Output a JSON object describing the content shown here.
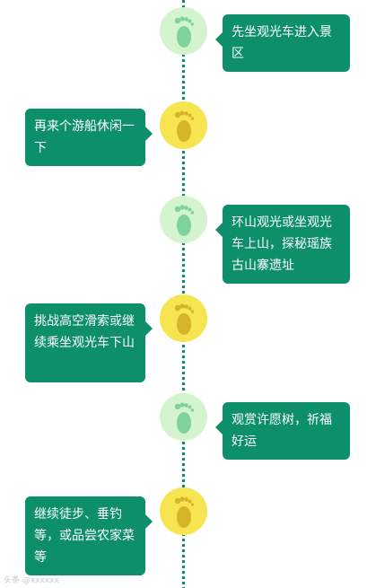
{
  "colors": {
    "bubble": "#0e8f6c",
    "line": "#0e8a66",
    "circle_green": "#d4f4cf",
    "foot_green": "#7fd39a",
    "circle_yellow": "#f7e451",
    "foot_yellow": "#d4b52a"
  },
  "steps": [
    {
      "text": "先坐观光车进入景区",
      "side": "right",
      "icon": "footprint-icon",
      "circle": "green"
    },
    {
      "text": "再来个游船休闲一下",
      "side": "left",
      "icon": "footprint-icon",
      "circle": "yellow"
    },
    {
      "text": "环山观光或坐观光车上山，探秘瑶族古山寨遗址",
      "side": "right",
      "icon": "footprint-icon",
      "circle": "green"
    },
    {
      "text": "挑战高空滑索或继续乘坐观光车下山",
      "side": "left",
      "icon": "footprint-icon",
      "circle": "yellow"
    },
    {
      "text": "观赏许愿树，祈福好运",
      "side": "right",
      "icon": "footprint-icon",
      "circle": "green"
    },
    {
      "text": "继续徒步、垂钓等，或品尝农家菜等",
      "side": "left",
      "icon": "footprint-icon",
      "circle": "yellow"
    }
  ],
  "watermark": "头条 @xxxxxx"
}
